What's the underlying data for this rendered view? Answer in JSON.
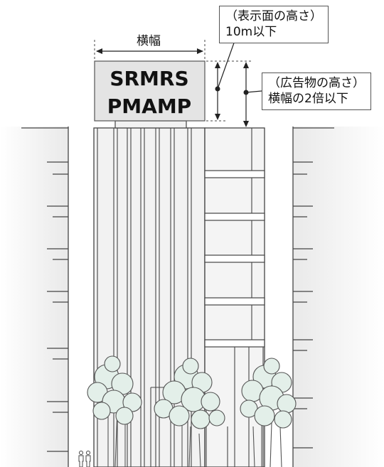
{
  "labels": {
    "width_label": "横幅",
    "display_height_line1": "（表示面の高さ）",
    "display_height_line2": "10m以下",
    "ad_height_line1": "（広告物の高さ）",
    "ad_height_line2": "横幅の2倍以下"
  },
  "sign_glyphs": {
    "row1": "SRMRS",
    "row2": "PMAMP"
  },
  "colors": {
    "building": "#eeeeee",
    "building_line": "#444444",
    "tree_fill": "#e3efe9",
    "tree_line": "#555555",
    "sign_panel": "#e4e4e4",
    "sign_glyph": "#a9a9a9"
  }
}
